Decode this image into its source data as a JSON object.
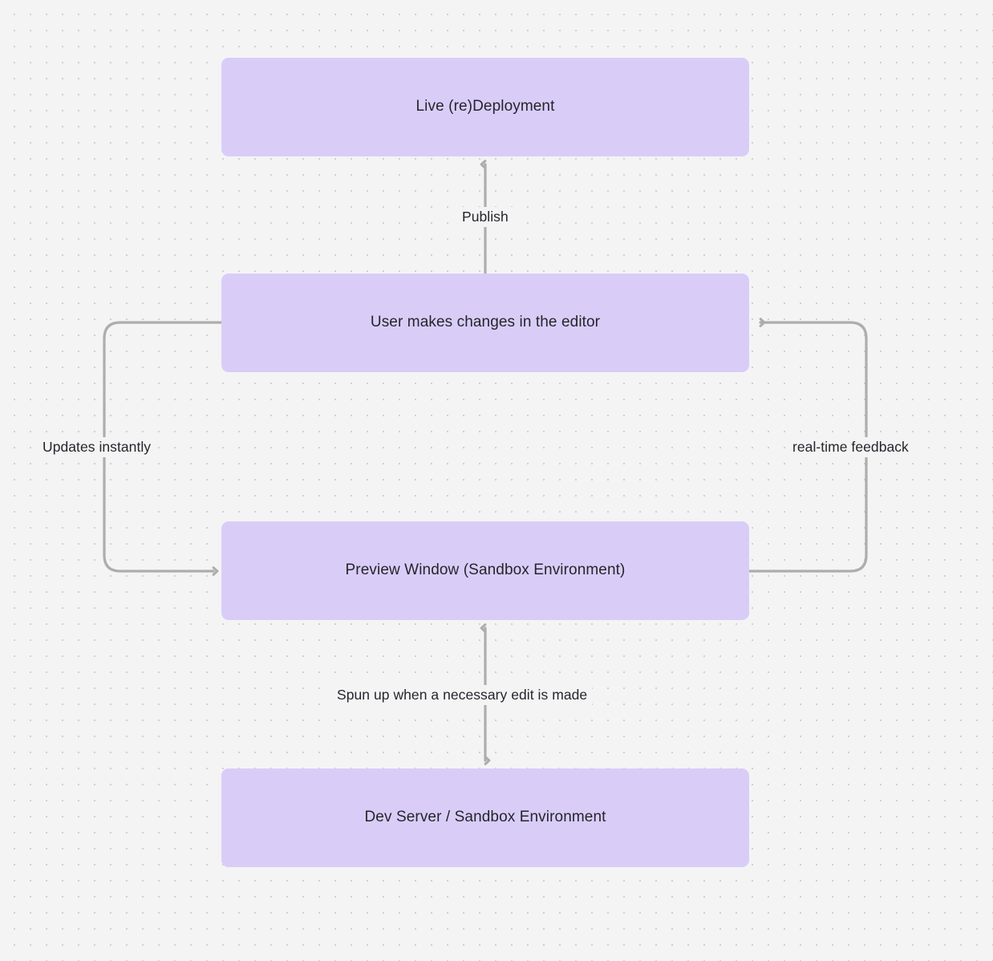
{
  "diagram": {
    "type": "flowchart",
    "background": "#f4f4f5",
    "node_color": "#d9cdf8",
    "edge_color": "#adadad",
    "text_color": "#25252c",
    "nodes": [
      {
        "id": "live",
        "label": "Live (re)Deployment"
      },
      {
        "id": "editor",
        "label": "User makes changes in the editor"
      },
      {
        "id": "preview",
        "label": "Preview Window (Sandbox Environment)"
      },
      {
        "id": "devserver",
        "label": "Dev Server / Sandbox Environment"
      }
    ],
    "edges": [
      {
        "id": "publish",
        "from": "editor",
        "to": "live",
        "label": "Publish",
        "direction": "up"
      },
      {
        "id": "updates",
        "from": "editor",
        "to": "preview",
        "label": "Updates instantly",
        "direction": "left-loop-down"
      },
      {
        "id": "feedback",
        "from": "preview",
        "to": "editor",
        "label": "real-time feedback",
        "direction": "right-loop-up"
      },
      {
        "id": "spun",
        "from": "preview",
        "to": "devserver",
        "label": "Spun up when a necessary edit is made",
        "direction": "bidirectional"
      }
    ]
  }
}
